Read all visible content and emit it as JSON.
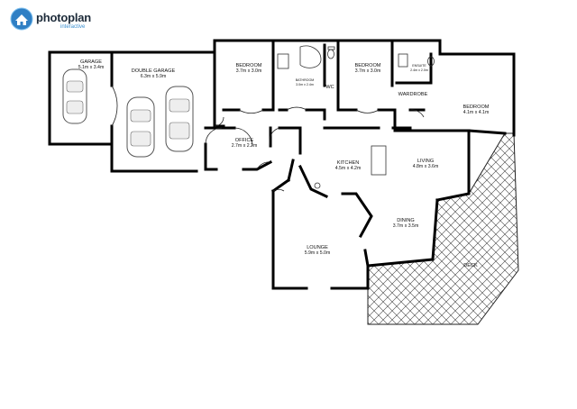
{
  "brand": {
    "name": "photoplan",
    "tagline": "interactive"
  },
  "rooms": [
    {
      "key": "garage",
      "name": "GARAGE",
      "dims": "5.1m x 3.4m",
      "small": false
    },
    {
      "key": "double_garage",
      "name": "DOUBLE GARAGE",
      "dims": "6.3m x 5.9m",
      "small": false
    },
    {
      "key": "bedroom1",
      "name": "BEDROOM",
      "dims": "3.7m x 3.0m",
      "small": false
    },
    {
      "key": "bathroom",
      "name": "BATHROOM",
      "dims": "3.0m x 2.4m",
      "small": true
    },
    {
      "key": "wc",
      "name": "WC",
      "dims": "",
      "small": false
    },
    {
      "key": "bedroom2",
      "name": "BEDROOM",
      "dims": "3.7m x 3.0m",
      "small": false
    },
    {
      "key": "ensuite",
      "name": "ENSUITE",
      "dims": "2.4m x 2.0m",
      "small": true
    },
    {
      "key": "wardrobe",
      "name": "WARDROBE",
      "dims": "",
      "small": false
    },
    {
      "key": "bedroom3",
      "name": "BEDROOM",
      "dims": "4.1m x 4.1m",
      "small": false
    },
    {
      "key": "office",
      "name": "OFFICE",
      "dims": "2.7m x 2.2m",
      "small": false
    },
    {
      "key": "kitchen",
      "name": "KITCHEN",
      "dims": "4.5m x 4.2m",
      "small": false
    },
    {
      "key": "living",
      "name": "LIVING",
      "dims": "4.8m x 3.6m",
      "small": false
    },
    {
      "key": "dining",
      "name": "DINING",
      "dims": "3.7m x 3.5m",
      "small": false
    },
    {
      "key": "lounge",
      "name": "LOUNGE",
      "dims": "5.9m x 5.0m",
      "small": false
    },
    {
      "key": "deck",
      "name": "DECK",
      "dims": "",
      "small": false
    }
  ]
}
